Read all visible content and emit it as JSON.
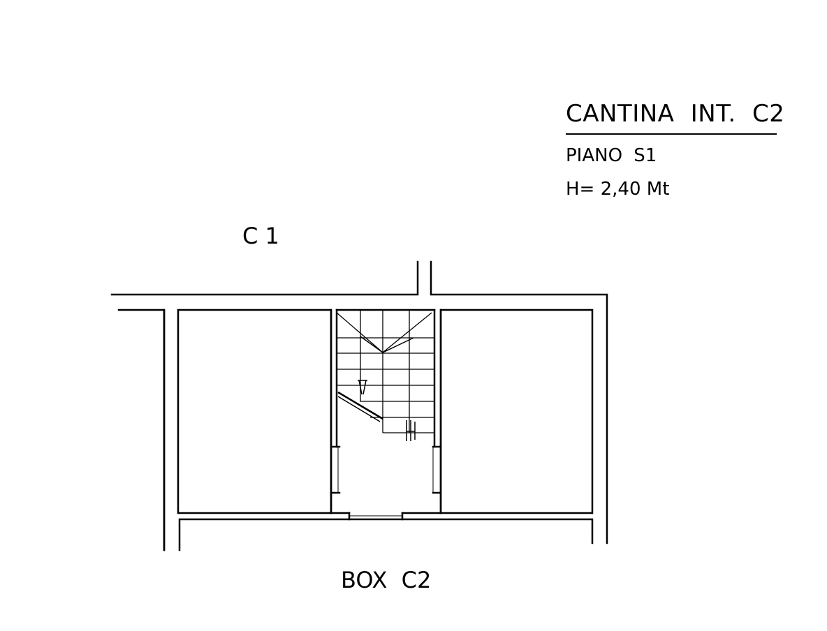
{
  "header": {
    "title": "CANTINA  INT. C2",
    "floor": "PIANO  S1",
    "height": "H= 2,40 Mt"
  },
  "rooms": {
    "top_neighbor": "C 1",
    "bottom_neighbor": "BOX  C2"
  }
}
